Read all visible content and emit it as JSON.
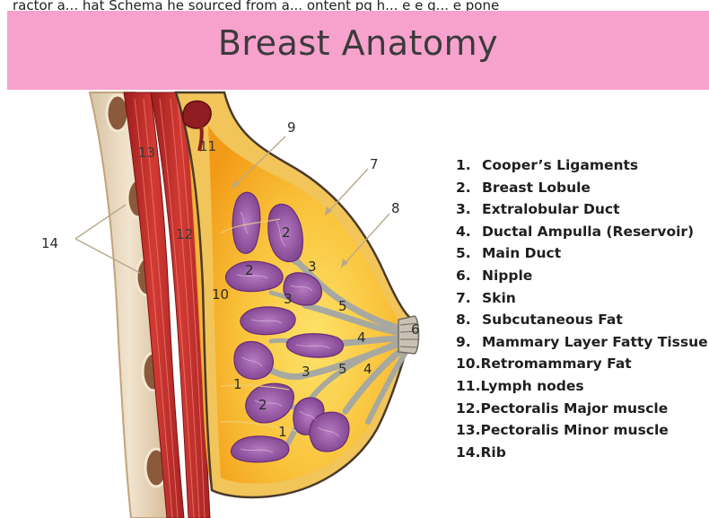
{
  "top_fragment": "ractor a... hat Schema he sourced from a... ontent pq h... e e g... e pone",
  "title": "Breast Anatomy",
  "legend": [
    {
      "num": "1.",
      "label": "Cooper’s Ligaments"
    },
    {
      "num": "2.",
      "label": "Breast Lobule"
    },
    {
      "num": "3.",
      "label": "Extralobular Duct"
    },
    {
      "num": "4.",
      "label": "Ductal Ampulla (Reservoir)"
    },
    {
      "num": "5.",
      "label": "Main Duct"
    },
    {
      "num": "6.",
      "label": "Nipple"
    },
    {
      "num": "7.",
      "label": "Skin"
    },
    {
      "num": "8.",
      "label": "Subcutaneous Fat"
    },
    {
      "num": "9.",
      "label": "Mammary  Layer Fatty Tissue"
    },
    {
      "num": "10.",
      "label": "Retromammary Fat"
    },
    {
      "num": "11.",
      "label": "Lymph nodes"
    },
    {
      "num": "12.",
      "label": "Pectoralis Major muscle"
    },
    {
      "num": "13.",
      "label": "Pectoralis Minor muscle"
    },
    {
      "num": "14.",
      "label": "Rib"
    }
  ],
  "callouts": {
    "n1a": "1",
    "n1b": "1",
    "n2a": "2",
    "n2b": "2",
    "n2c": "2",
    "n3a": "3",
    "n3b": "3",
    "n3c": "3",
    "n4a": "4",
    "n4b": "4",
    "n5a": "5",
    "n5b": "5",
    "n6": "6",
    "n7": "7",
    "n8": "8",
    "n9": "9",
    "n10": "10",
    "n11": "11",
    "n12": "12",
    "n13": "13",
    "n14": "14"
  },
  "colors": {
    "banner": "#f7a2cd",
    "skin": "#f2c55a",
    "fat": "#f7a71c",
    "lobule": "#9a5aa2",
    "duct": "#a9a9a2",
    "muscle": "#c8302c",
    "rib": "#8a5a3c"
  }
}
